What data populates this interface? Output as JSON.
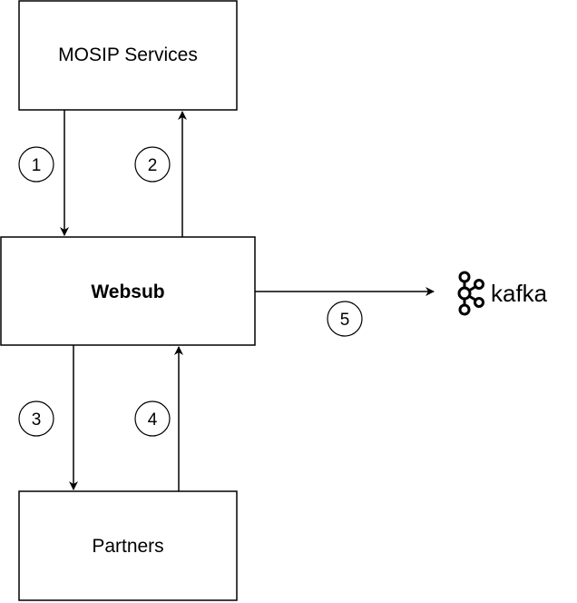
{
  "nodes": {
    "mosip": "MOSIP Services",
    "websub": "Websub",
    "partners": "Partners"
  },
  "steps": [
    "1",
    "2",
    "3",
    "4",
    "5"
  ],
  "kafka": {
    "label": "kafka",
    "icon": "kafka-logo-icon"
  },
  "colors": {
    "stroke": "#000000",
    "background": "#ffffff"
  }
}
